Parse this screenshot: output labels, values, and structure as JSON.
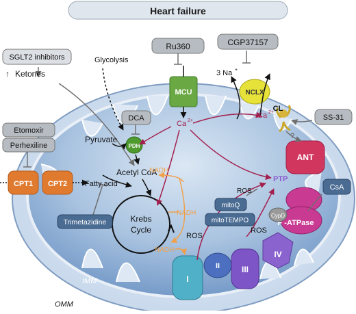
{
  "title": "Heart failure",
  "drugs": {
    "ru360": "Ru360",
    "cgp": "CGP37157",
    "sglt2": "SGLT2 inhibitors",
    "etomoxir": "Etomoxir",
    "perhexiline": "Perhexiline",
    "dca": "DCA",
    "ss31": "SS-31",
    "csa": "CsA",
    "mitoq": "mitoQ",
    "mitotempo": "mitoTEMPO",
    "trimetazidine": "Trimetazidine"
  },
  "labels": {
    "glycolysis": "Glycolysis",
    "ketones": "Ketones",
    "up_arrow": "↑",
    "pyruvate": "Pyruvate",
    "acetyl_coa": "Acetyl CoA",
    "fatty_acid": "Fatty acid",
    "krebs_line1": "Krebs",
    "krebs_line2": "Cycle",
    "nadh": "NADH",
    "ca2": "Ca",
    "ca2_sup": "2+",
    "na": "3 Na",
    "na_sup": "+",
    "ros": "ROS",
    "imm": "IMM",
    "omm": "OMM",
    "question": "?",
    "ptp": "PTP",
    "cypd": "CypD",
    "f_atpase": "F  -ATPase"
  },
  "proteins": {
    "mcu": "MCU",
    "nclx": "NCLX",
    "cl": "CL",
    "ant": "ANT",
    "pdh": "PDH",
    "cpt1": "CPT1",
    "cpt2": "CPT2",
    "complex_i": "I",
    "complex_ii": "II",
    "complex_iii": "III",
    "complex_iv": "IV"
  },
  "colors": {
    "outer_membrane": "#c4d6ea",
    "matrix": "#4f7fb8",
    "imm_line": "#e8eef6",
    "ca_arrow": "#a3204e",
    "nadh_arrow": "#f0a04b",
    "inhibition": "#7a7a7a",
    "ptp_text": "#8a5bd0"
  }
}
